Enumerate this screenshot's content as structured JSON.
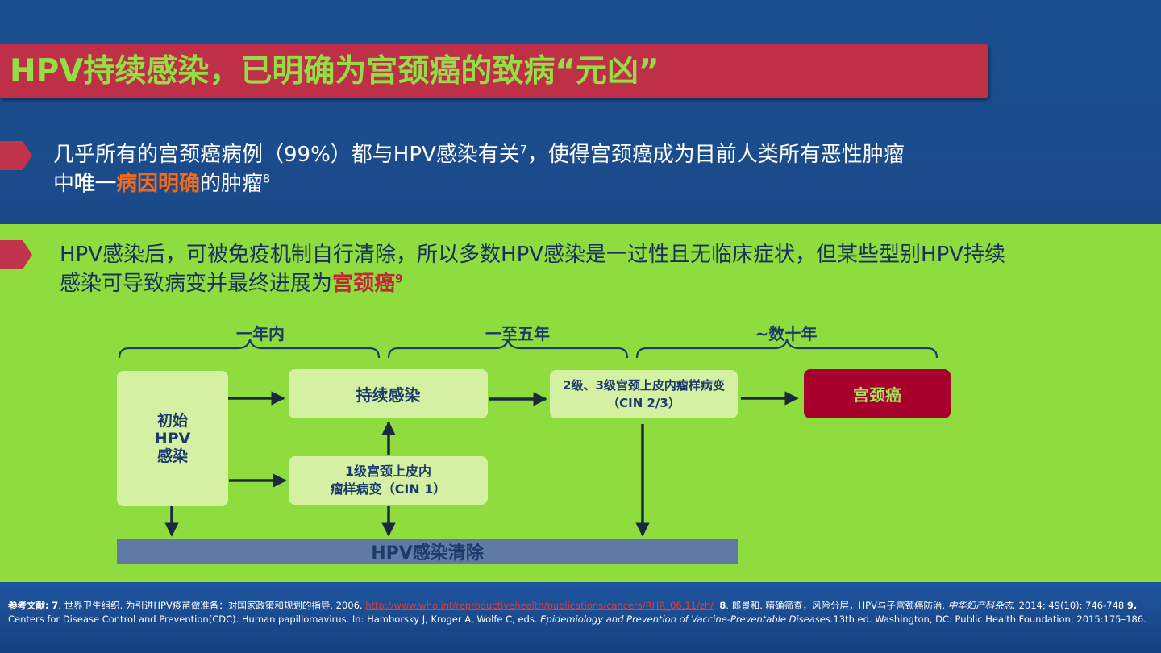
{
  "title": "HPV持续感染，已明确为宫颈癌的致病“元凶”",
  "bullet1": {
    "line1": "几乎所有的宫颈癌病例（99%）都与HPV感染有关",
    "line1_sup": "7",
    "line1_rest": "，使得宫颈癌成为目前人类所有恶性肿瘤",
    "line2_pre": "中",
    "line2_bold_white": "唯一",
    "line2_bold_orange": "病因明确",
    "line2_post": "的肿瘤",
    "line2_sup": "8"
  },
  "bullet2": {
    "line1": "HPV感染后，可被免疫机制自行清除，所以多数HPV感染是一过性且无临床症状，但某些型别HPV持续",
    "line2_pre": "感染可导致病变并最终进展为",
    "line2_bold_red": "宫颈癌",
    "line2_sup": "9"
  },
  "diagram": {
    "stages": [
      "一年内",
      "一至五年",
      "~数十年"
    ],
    "initial": [
      "初始",
      "HPV",
      "感染"
    ],
    "persistent": "持续感染",
    "cin1": [
      "1级宫颈上皮内",
      "瘤样病变（CIN 1）"
    ],
    "cin23": [
      "2级、3级宫颈上皮内瘤样病变",
      "（CIN 2/3）"
    ],
    "cancer": "宫颈癌",
    "clearance": "HPV感染清除"
  },
  "references": {
    "label": "参考文献:",
    "r7_num": "7",
    "r7_text": ". 世界卫生组织. 为引进HPV疫苗做准备：对国家政策和规划的指导. 2006. ",
    "r7_link": "http://www.who.int/reproductivehealth/publications/cancers/RHR_06.11/zh/",
    "r8_num": "8",
    "r8_text": ". 郎景和. 精确筛查，风险分层，HPV与子宫颈癌防治. ",
    "r8_journal": "中华妇产科杂志.",
    "r8_tail": " 2014; 49(10): 746-748 ",
    "r9_num": "9.",
    "r9_text": "Centers for Disease Control and Prevention(CDC). Human papillomavirus. In: Hamborsky J, Kroger A, Wolfe C, eds. ",
    "r9_book": "Epidemiology and Prevention of Vaccine-Preventable Diseases.",
    "r9_tail": "13th ed. Washington, DC: Public Health Foundation; 2015:175–186."
  },
  "colors": {
    "title_bar": "#bf2f48",
    "title_text": "#92de44",
    "blue_band": "#1a4f8f",
    "green_band": "#8fdc3f",
    "box_fill": "#d4f1a3",
    "cancer_fill": "#a8002c",
    "clearance_fill": "#5e7aa5",
    "dark_text": "#1c3a6c"
  }
}
